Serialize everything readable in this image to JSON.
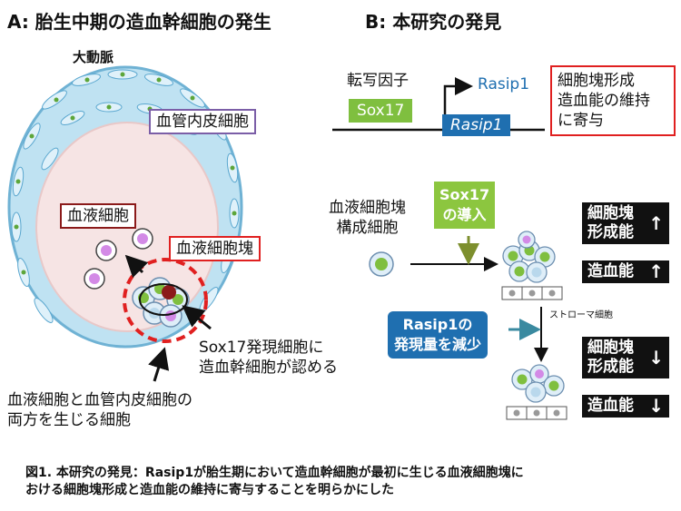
{
  "panel_a": {
    "title": "A: 胎生中期の造血幹細胞の発生",
    "aorta": "大動脈",
    "endothelial": "血管内皮細胞",
    "blood_cell": "血液細胞",
    "cluster": "血液細胞塊",
    "sox17_note": [
      "Sox17発現細胞に",
      "造血幹細胞が認める"
    ],
    "hemogenic": [
      "血液細胞と血管内皮細胞の",
      "両方を生じる細胞"
    ]
  },
  "panel_b": {
    "title": "B: 本研究の発見",
    "tf_label": "転写因子",
    "sox17": "Sox17",
    "rasip1_arrow": "Rasip1",
    "rasip1_gene": "Rasip1",
    "function_box": [
      "細胞塊形成",
      "造血能の維持",
      "に寄与"
    ],
    "cluster_cells": [
      "血液細胞塊",
      "構成細胞"
    ],
    "sox17_intro": [
      "Sox17",
      "の導入"
    ],
    "rasip1_reduce": [
      "Rasip1の",
      "発現量を減少"
    ],
    "stroma": "ストローマ細胞",
    "result_up": {
      "formation": [
        "細胞塊",
        "形成能"
      ],
      "formation_arrow": "↑",
      "hemato": "造血能",
      "hemato_arrow": "↑"
    },
    "result_down": {
      "formation": [
        "細胞塊",
        "形成能"
      ],
      "formation_arrow": "↓",
      "hemato": "造血能",
      "hemato_arrow": "↓"
    }
  },
  "caption": [
    "図1. 本研究の発見：Rasip1が胎生期において造血幹細胞が最初に生じる血液細胞塊に",
    "おける細胞塊形成と造血能の維持に寄与することを明らかにした"
  ],
  "colors": {
    "red": "#e02020",
    "purple_border": "#7b5ea7",
    "green": "#7fbf3f",
    "blue": "#1f6fb0",
    "teal_arrow": "#3a8aa0",
    "olive_arrow": "#7d8f2e",
    "endothelium": "#a9d4ea",
    "lumen": "#f6e4e4"
  }
}
